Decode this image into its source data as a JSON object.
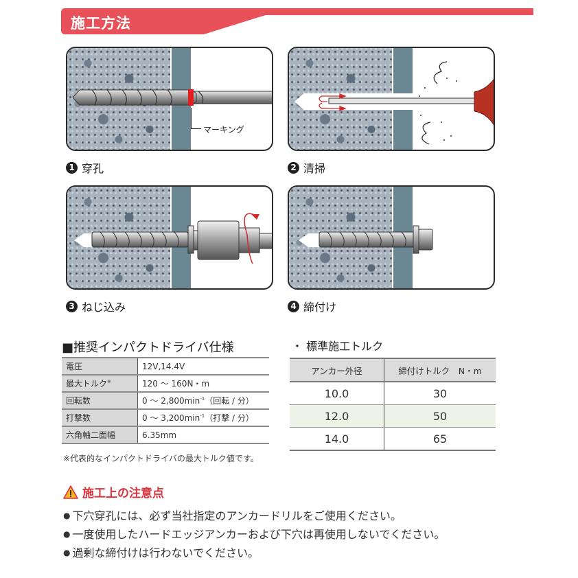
{
  "header": {
    "title": "施工方法",
    "color": "#e8505a"
  },
  "steps": [
    {
      "number": "1",
      "label": "穿孔",
      "annotation": "マーキング"
    },
    {
      "number": "2",
      "label": "清掃"
    },
    {
      "number": "3",
      "label": "ねじ込み"
    },
    {
      "number": "4",
      "label": "締付け"
    }
  ],
  "spec": {
    "title": "■推奨インパクトドライバ仕様",
    "rows": [
      {
        "key": "電圧",
        "value": "12V,14.4V"
      },
      {
        "key": "最大トルク",
        "key_mark": "※",
        "value": "120 ～ 160N・m"
      },
      {
        "key": "回転数",
        "value_main": "0 ～ 2,800min",
        "value_sup": "-1",
        "value_tail": "（回転 / 分）"
      },
      {
        "key": "打撃数",
        "value_main": "0 ～ 3,200min",
        "value_sup": "-1",
        "value_tail": "（打撃 / 分）"
      },
      {
        "key": "六角軸二面幅",
        "value": "6.35mm"
      }
    ],
    "note": "※代表的なインパクトドライバの最大トルク値です。"
  },
  "torque": {
    "title": "・ 標準施工トルク",
    "headers": [
      "アンカー外径",
      "締付けトルク　N・m"
    ],
    "rows": [
      [
        "10.0",
        "30"
      ],
      [
        "12.0",
        "50"
      ],
      [
        "14.0",
        "65"
      ]
    ]
  },
  "caution": {
    "title": "施工上の注意点",
    "items": [
      "下穴穿孔には、必ず当社指定のアンカードリルをご使用ください。",
      "一度使用したハードエッジアンカーおよび下穴は再使用しないでください。",
      "過剰な締付けは行わないでください。"
    ],
    "color": "#d8323c"
  }
}
